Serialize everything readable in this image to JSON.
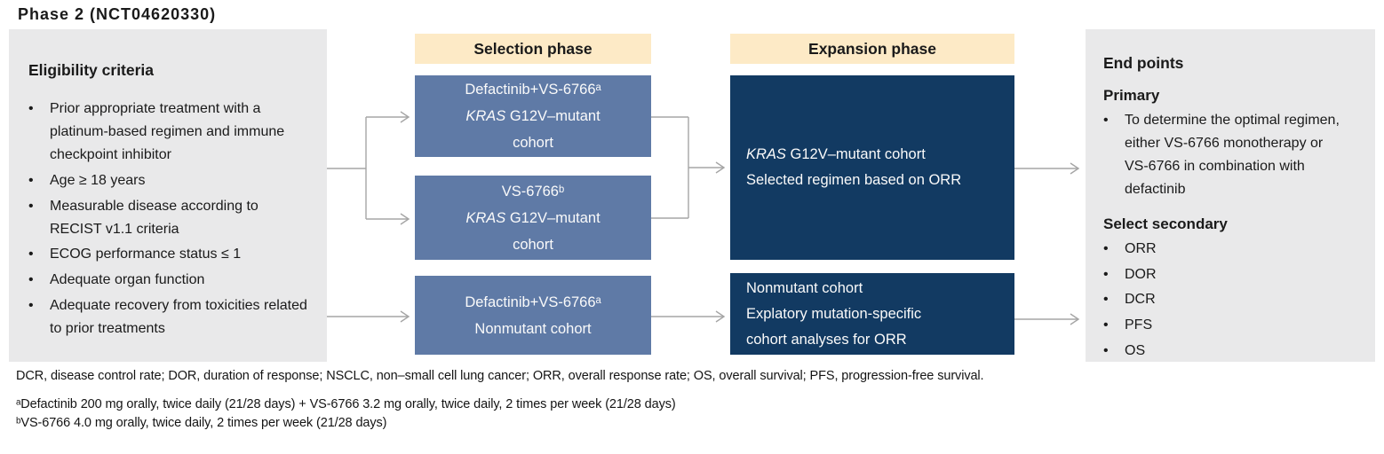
{
  "title": "Phase 2 (NCT04620330)",
  "colors": {
    "panel_gray": "#e9e9ea",
    "phase_header_cream": "#fdeac6",
    "selection_blue": "#5f7aa6",
    "expansion_navy": "#123a62",
    "arrow_gray": "#a5a5a5",
    "text_dark": "#1a1a1a",
    "text_light": "#fafafa"
  },
  "eligibility": {
    "heading": "Eligibility criteria",
    "items": [
      "Prior appropriate treatment with a platinum-based regimen and immune checkpoint inhibitor",
      "Age ≥ 18 years",
      "Measurable disease according to RECIST v1.1 criteria",
      "ECOG performance status ≤ 1",
      "Adequate organ function",
      "Adequate recovery from toxicities related to prior treatments"
    ]
  },
  "selection": {
    "header": "Selection phase",
    "boxes": [
      {
        "line1": "Defactinib+VS-6766ᵃ",
        "kras": "KRAS",
        "line2_rest": " G12V–mutant",
        "line3": "cohort"
      },
      {
        "line1": "VS-6766ᵇ",
        "kras": "KRAS",
        "line2_rest": " G12V–mutant",
        "line3": "cohort"
      },
      {
        "line1": "Defactinib+VS-6766ᵃ",
        "line2": "Nonmutant cohort"
      }
    ]
  },
  "expansion": {
    "header": "Expansion phase",
    "box1": {
      "kras": "KRAS",
      "line1_rest": " G12V–mutant cohort",
      "line2": "Selected regimen based on ORR"
    },
    "box2": {
      "line1": "Nonmutant cohort",
      "line2": "Explatory mutation-specific",
      "line3": "cohort analyses for ORR"
    }
  },
  "endpoints": {
    "heading": "End points",
    "primary_heading": "Primary",
    "primary_items": [
      "To determine the optimal regimen, either VS-6766 monotherapy or VS-6766 in combination with defactinib"
    ],
    "secondary_heading": "Select secondary",
    "secondary_items": [
      "ORR",
      "DOR",
      "DCR",
      "PFS",
      "OS"
    ]
  },
  "footnotes": {
    "abbreviations": "DCR, disease control rate; DOR, duration of response; NSCLC, non–small cell lung cancer; ORR, overall response rate; OS, overall survival; PFS, progression-free survival.",
    "a": "ᵃDefactinib 200 mg orally, twice daily (21/28 days) + VS-6766 3.2 mg orally, twice daily, 2 times per week (21/28 days)",
    "b": "ᵇVS-6766 4.0 mg orally, twice daily, 2 times per week (21/28 days)"
  }
}
